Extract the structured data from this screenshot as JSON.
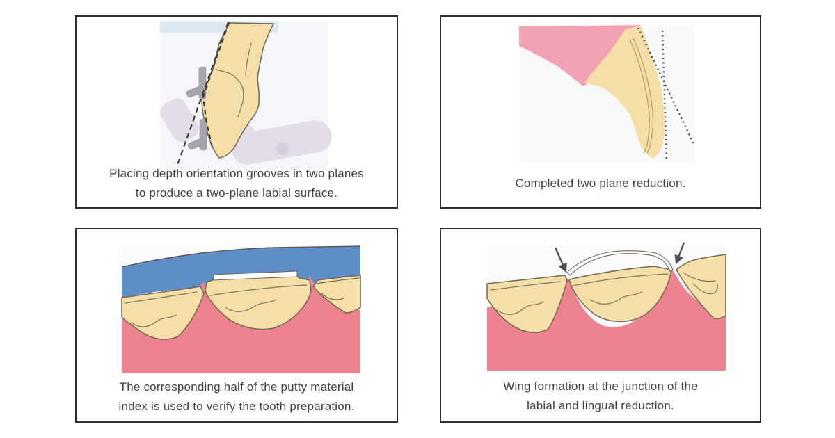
{
  "panels": [
    {
      "name": "depth-orientation-grooves",
      "illustration": "incisor-side-view-with-depth-grooves-and-burs",
      "caption_lines": [
        "Placing depth orientation grooves in two planes",
        "to produce a two-plane labial surface."
      ]
    },
    {
      "name": "completed-two-plane-reduction",
      "illustration": "incisor-cross-section-with-two-reduction-planes",
      "caption_lines": [
        "Completed two plane reduction."
      ]
    },
    {
      "name": "putty-index-verification",
      "illustration": "incisal-view-putty-index-over-prepared-tooth",
      "caption_lines": [
        "The corresponding half of the putty material",
        "index is used to verify the tooth preparation."
      ]
    },
    {
      "name": "wing-formation",
      "illustration": "incisal-view-wing-formation-with-arrows",
      "caption_lines": [
        "Wing formation at the junction of the",
        "labial and lingual reduction."
      ]
    }
  ],
  "colors": {
    "panel-border": "#2f2f2f",
    "caption-text": "#414141",
    "tooth-cream": "#f4dfa9",
    "tooth-outline": "#6e6850",
    "contour-line": "#b3a06b",
    "gum-pink": "#f3a2b4",
    "gum-coral": "#ee8390",
    "putty-blue": "#5d8ec8",
    "bur-gray": "#a9a5ad",
    "handpiece-lavender": "#e3dde8",
    "dash-line": "#3b3b3b",
    "arrow-gray": "#4f4f4f",
    "scan-bg": "#f4f6f9"
  }
}
